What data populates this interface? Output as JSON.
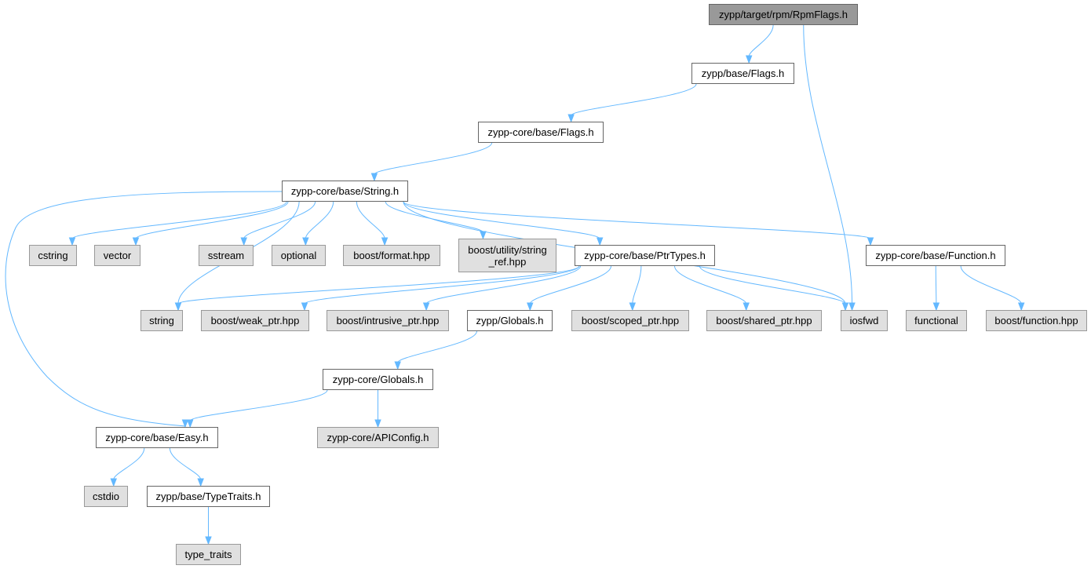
{
  "colors": {
    "edge": "#63b8ff",
    "root_fill": "#999999",
    "local_fill": "#ffffff",
    "external_fill": "#e0e0e0"
  },
  "nodes": [
    {
      "id": "rpmflags",
      "label": "zypp/target/rpm/RpmFlags.h",
      "kind": "root"
    },
    {
      "id": "flags",
      "label": "zypp/base/Flags.h",
      "kind": "local"
    },
    {
      "id": "coreflags",
      "label": "zypp-core/base/Flags.h",
      "kind": "local"
    },
    {
      "id": "string_h",
      "label": "zypp-core/base/String.h",
      "kind": "local"
    },
    {
      "id": "cstring",
      "label": "cstring",
      "kind": "external"
    },
    {
      "id": "vector",
      "label": "vector",
      "kind": "external"
    },
    {
      "id": "sstream",
      "label": "sstream",
      "kind": "external"
    },
    {
      "id": "optional",
      "label": "optional",
      "kind": "external"
    },
    {
      "id": "bformat",
      "label": "boost/format.hpp",
      "kind": "external"
    },
    {
      "id": "bstringref",
      "label": "boost/utility/string\n_ref.hpp",
      "kind": "external"
    },
    {
      "id": "ptrtypes",
      "label": "zypp-core/base/PtrTypes.h",
      "kind": "local"
    },
    {
      "id": "function_h",
      "label": "zypp-core/base/Function.h",
      "kind": "local"
    },
    {
      "id": "string",
      "label": "string",
      "kind": "external"
    },
    {
      "id": "bweak",
      "label": "boost/weak_ptr.hpp",
      "kind": "external"
    },
    {
      "id": "bintrusive",
      "label": "boost/intrusive_ptr.hpp",
      "kind": "external"
    },
    {
      "id": "globals",
      "label": "zypp/Globals.h",
      "kind": "local"
    },
    {
      "id": "bscoped",
      "label": "boost/scoped_ptr.hpp",
      "kind": "external"
    },
    {
      "id": "bshared",
      "label": "boost/shared_ptr.hpp",
      "kind": "external"
    },
    {
      "id": "iosfwd",
      "label": "iosfwd",
      "kind": "external"
    },
    {
      "id": "functional",
      "label": "functional",
      "kind": "external"
    },
    {
      "id": "bfunction",
      "label": "boost/function.hpp",
      "kind": "external"
    },
    {
      "id": "coreglobals",
      "label": "zypp-core/Globals.h",
      "kind": "local"
    },
    {
      "id": "easy",
      "label": "zypp-core/base/Easy.h",
      "kind": "local"
    },
    {
      "id": "apiconfig",
      "label": "zypp-core/APIConfig.h",
      "kind": "external"
    },
    {
      "id": "cstdio",
      "label": "cstdio",
      "kind": "external"
    },
    {
      "id": "typetraits_h",
      "label": "zypp/base/TypeTraits.h",
      "kind": "local"
    },
    {
      "id": "type_traits",
      "label": "type_traits",
      "kind": "external"
    }
  ],
  "edges": [
    {
      "from": "rpmflags",
      "to": "flags"
    },
    {
      "from": "rpmflags",
      "to": "iosfwd"
    },
    {
      "from": "flags",
      "to": "coreflags"
    },
    {
      "from": "coreflags",
      "to": "string_h"
    },
    {
      "from": "string_h",
      "to": "cstring"
    },
    {
      "from": "string_h",
      "to": "vector"
    },
    {
      "from": "string_h",
      "to": "sstream"
    },
    {
      "from": "string_h",
      "to": "optional"
    },
    {
      "from": "string_h",
      "to": "bformat"
    },
    {
      "from": "string_h",
      "to": "bstringref"
    },
    {
      "from": "string_h",
      "to": "ptrtypes"
    },
    {
      "from": "string_h",
      "to": "function_h"
    },
    {
      "from": "string_h",
      "to": "string"
    },
    {
      "from": "string_h",
      "to": "iosfwd"
    },
    {
      "from": "string_h",
      "to": "easy"
    },
    {
      "from": "ptrtypes",
      "to": "string"
    },
    {
      "from": "ptrtypes",
      "to": "bweak"
    },
    {
      "from": "ptrtypes",
      "to": "bintrusive"
    },
    {
      "from": "ptrtypes",
      "to": "globals"
    },
    {
      "from": "ptrtypes",
      "to": "bscoped"
    },
    {
      "from": "ptrtypes",
      "to": "bshared"
    },
    {
      "from": "ptrtypes",
      "to": "iosfwd"
    },
    {
      "from": "function_h",
      "to": "functional"
    },
    {
      "from": "function_h",
      "to": "bfunction"
    },
    {
      "from": "globals",
      "to": "coreglobals"
    },
    {
      "from": "coreglobals",
      "to": "easy"
    },
    {
      "from": "coreglobals",
      "to": "apiconfig"
    },
    {
      "from": "easy",
      "to": "cstdio"
    },
    {
      "from": "easy",
      "to": "typetraits_h"
    },
    {
      "from": "typetraits_h",
      "to": "type_traits"
    }
  ]
}
